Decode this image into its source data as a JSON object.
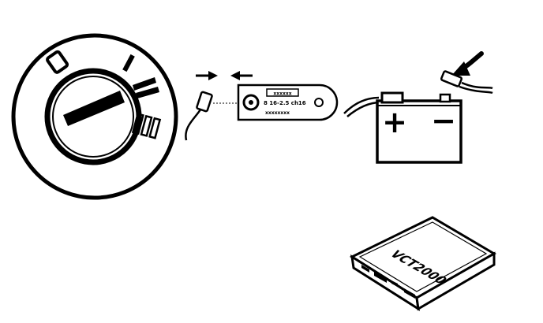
{
  "colors": {
    "ink": "#000000",
    "paper": "#ffffff"
  },
  "icons": {
    "ignition_switch": "ignition-switch-icon",
    "connector": "diagnostic-connector-icon",
    "battery": "battery-icon",
    "interface_box": "interface-box-icon"
  },
  "connector": {
    "label_top": "xxxxxx",
    "label_main": "8 16-2.5 ch16",
    "label_bottom": "xxxxxxxx"
  },
  "battery": {
    "plus_symbol": "+",
    "minus_symbol": "−"
  },
  "box": {
    "brand": "VCT2000"
  }
}
